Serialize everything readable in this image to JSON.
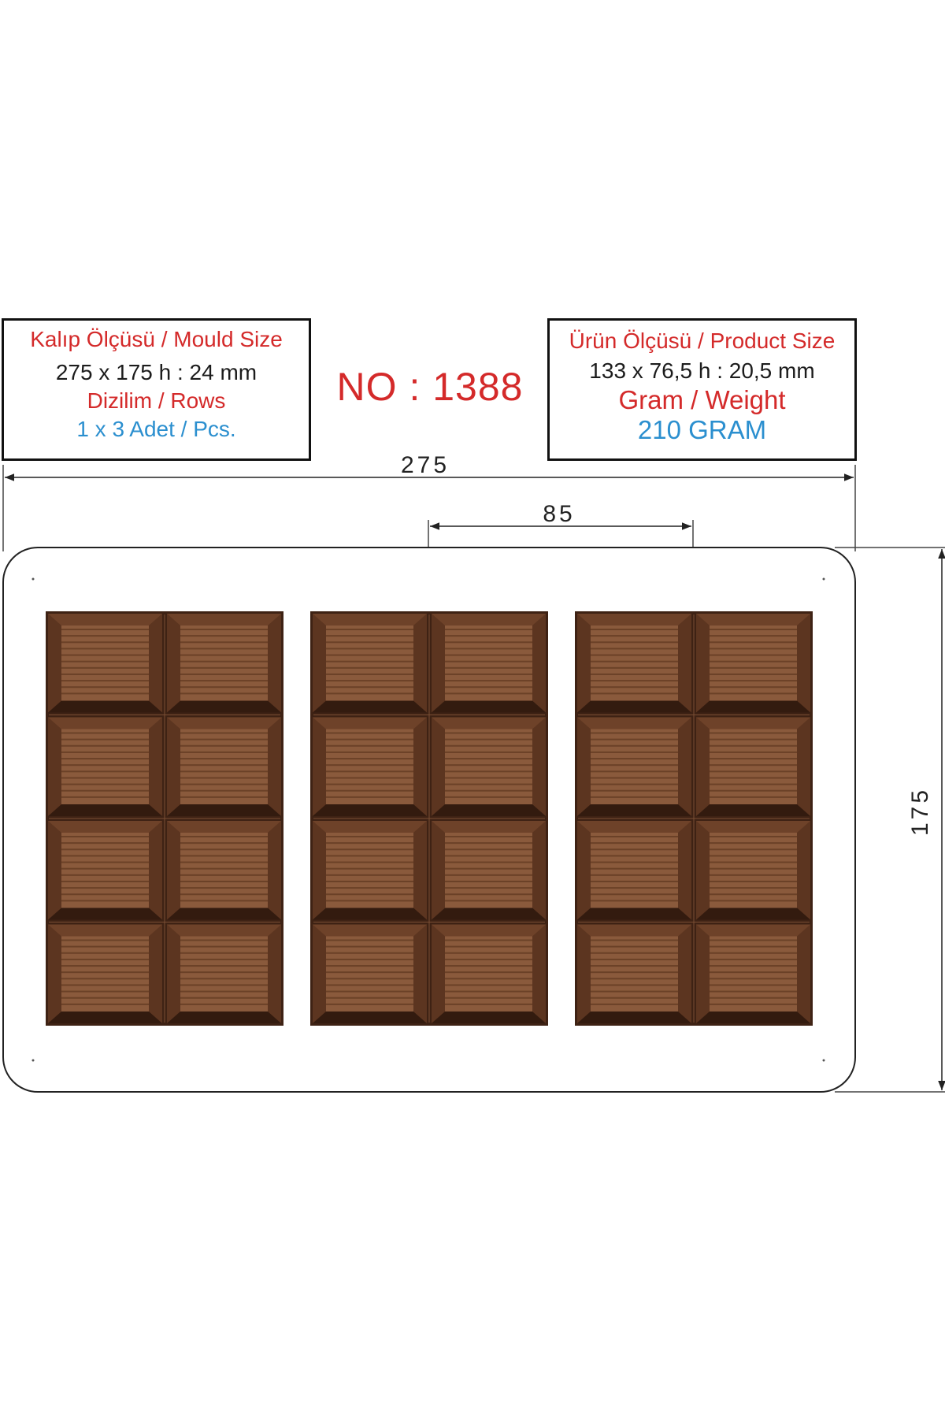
{
  "mould_box": {
    "title": "Kalıp Ölçüsü / Mould Size",
    "size": "275 x 175 h : 24 mm",
    "rows_label": "Dizilim / Rows",
    "rows_value": "1 x 3 Adet / Pcs."
  },
  "model": {
    "number": "NO : 1388"
  },
  "product_box": {
    "title": "Ürün Ölçüsü / Product Size",
    "size": "133 x 76,5 h : 20,5 mm",
    "weight_label": "Gram / Weight",
    "weight_value": "210 GRAM"
  },
  "dimensions": {
    "width": "275",
    "cavity_pitch": "85",
    "height": "175"
  },
  "mould": {
    "cavities": 3,
    "segment_rows": 4,
    "segment_cols": 2
  },
  "colors": {
    "chocolate_dark": "#3e2214",
    "chocolate_mid": "#5c3520",
    "chocolate_light": "#8a5a3c",
    "title_red": "#d42a2a",
    "value_blue": "#2b8fcf"
  }
}
